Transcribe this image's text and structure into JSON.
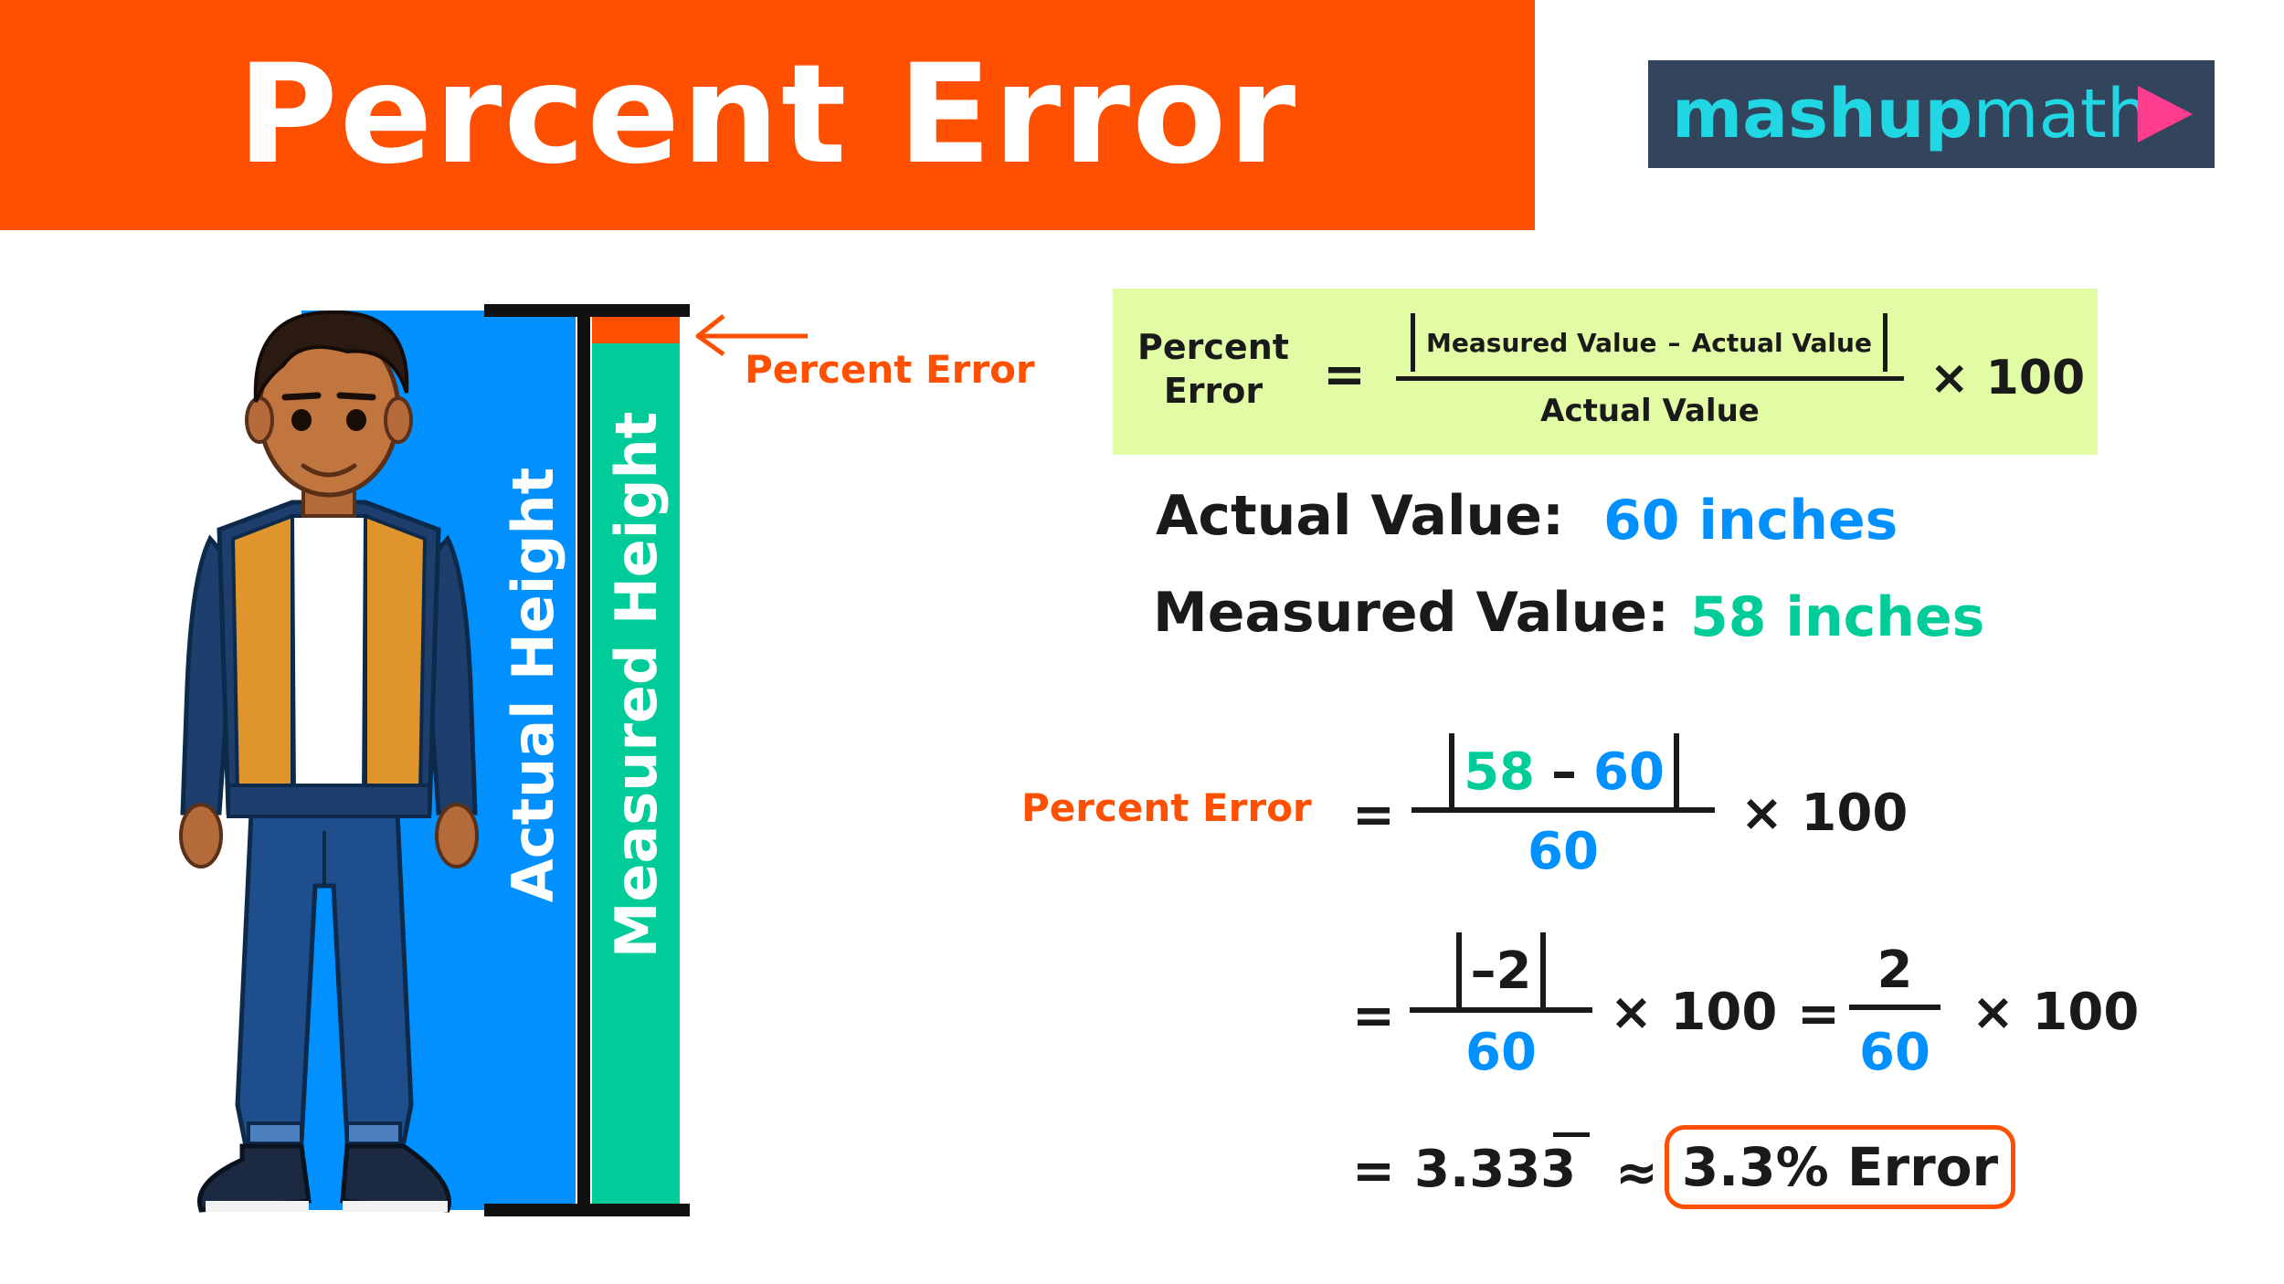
{
  "title": "Percent Error",
  "logo": {
    "part1": "mashup",
    "part2": "math"
  },
  "figure": {
    "actual_label": "Actual Height",
    "measured_label": "Measured Height",
    "pointer_label": "Percent Error"
  },
  "formula": {
    "lhs_line1": "Percent",
    "lhs_line2": "Error",
    "equals": "=",
    "numerator_left": "Measured Value",
    "minus": "–",
    "numerator_right": "Actual Value",
    "denominator": "Actual Value",
    "times": "× 100"
  },
  "values": {
    "actual_label": "Actual Value:",
    "actual": "60 inches",
    "measured_label": "Measured Value:",
    "measured": "58 inches"
  },
  "calc": {
    "label": "Percent Error",
    "eq": "=",
    "step1_a": "58",
    "step1_minus": "–",
    "step1_b": "60",
    "step1_den": "60",
    "times": "× 100",
    "step2_num": "–2",
    "step2_den": "60",
    "step3_num": "2",
    "step3_den": "60",
    "step4_val": "3.333",
    "approx": "≈",
    "result": "3.3% Error"
  },
  "colors": {
    "accent_orange": "#ff4f00",
    "actual_blue": "#0090ff",
    "measured_green": "#00cc99",
    "formula_bg": "#e2fca6",
    "logo_bg": "#33455d",
    "logo_text": "#22d7e4",
    "logo_play": "#ff3c8e"
  }
}
